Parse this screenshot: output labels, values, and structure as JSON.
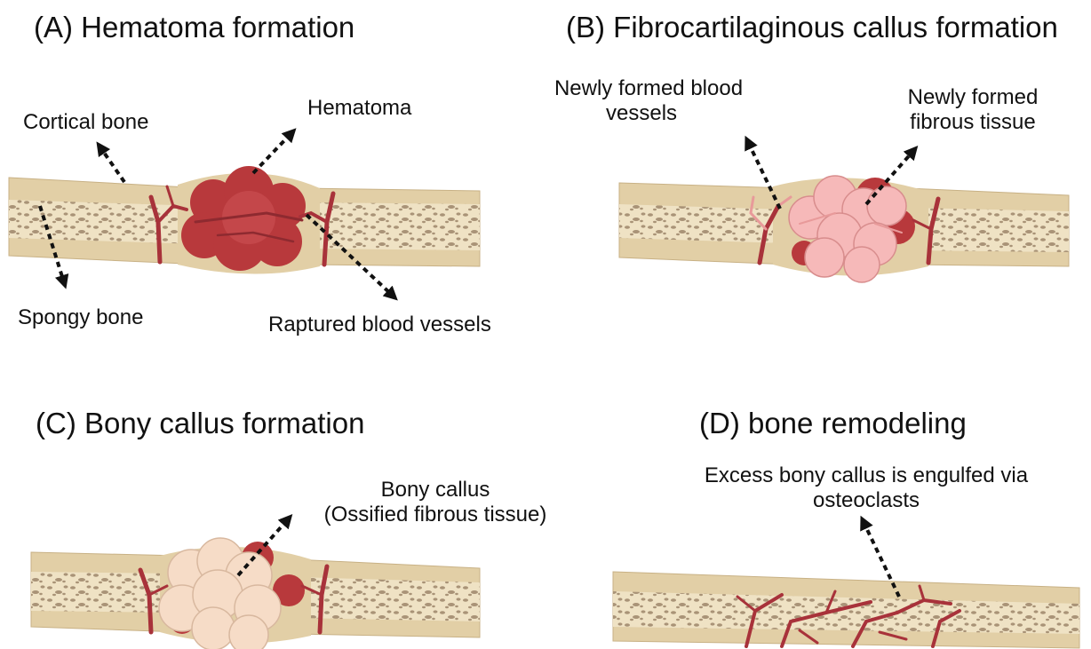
{
  "panels": {
    "a": {
      "title": "(A) Hematoma formation",
      "labels": {
        "cortical": "Cortical bone",
        "hematoma": "Hematoma",
        "spongy": "Spongy bone",
        "ruptured": "Raptured blood vessels"
      }
    },
    "b": {
      "title": "(B) Fibrocartilaginous callus formation",
      "labels": {
        "vessels_line1": "Newly formed blood",
        "vessels_line2": "vessels",
        "fibrous_line1": "Newly formed",
        "fibrous_line2": "fibrous tissue"
      }
    },
    "c": {
      "title": "(C) Bony callus formation",
      "labels": {
        "callus_line1": "Bony callus",
        "callus_line2": "(Ossified fibrous tissue)"
      }
    },
    "d": {
      "title": "(D) bone remodeling",
      "labels": {
        "excess_line1": "Excess bony callus is engulfed via",
        "excess_line2": "osteoclasts"
      }
    }
  },
  "colors": {
    "bone_outer": "#e2cfa6",
    "bone_inner": "#efe2c4",
    "spongy_dots": "#a99377",
    "vessel": "#a8323a",
    "hematoma": "#b8393c",
    "fibrous": "#f6b9b9",
    "bony_callus": "#f6dcc7",
    "arrow": "#111111"
  }
}
